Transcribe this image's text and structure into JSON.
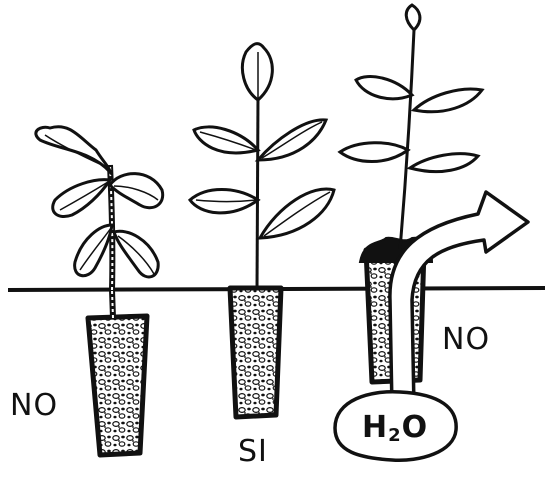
{
  "labels": {
    "left": "NO",
    "middle": "SI",
    "right": "NO",
    "water": {
      "main": "H",
      "sub": "2",
      "tail": "O"
    }
  },
  "colors": {
    "ink": "#111111",
    "paper": "#ffffff"
  }
}
